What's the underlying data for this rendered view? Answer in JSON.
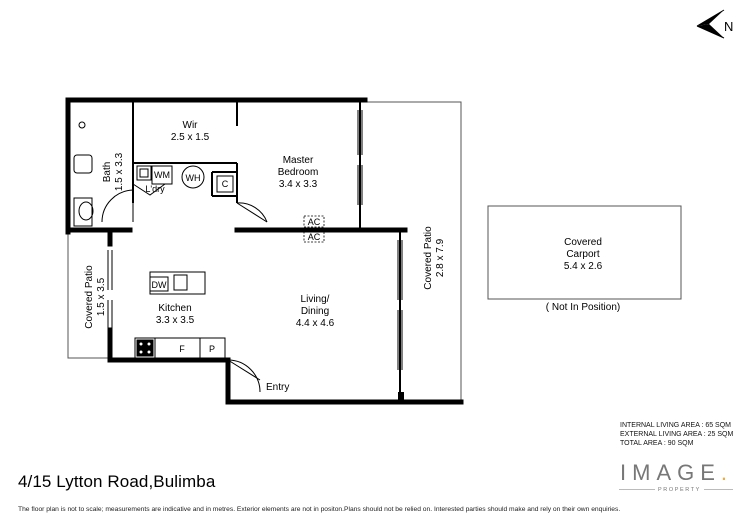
{
  "compass": {
    "label": "N"
  },
  "rooms": {
    "wir": {
      "name": "Wir",
      "size": "2.5 x 1.5"
    },
    "master": {
      "name": "Master",
      "name2": "Bedroom",
      "size": "3.4 x 3.3"
    },
    "bath": {
      "name": "Bath",
      "size": "1.5 x 3.3"
    },
    "laundry": {
      "name": "L'dry"
    },
    "kitchen": {
      "name": "Kitchen",
      "size": "3.3 x 3.5"
    },
    "living": {
      "name": "Living/",
      "name2": "Dining",
      "size": "4.4 x 4.6"
    },
    "covered_patio_left": {
      "name": "Covered Patio",
      "size": "1.5 x 3.5"
    },
    "covered_patio_right": {
      "name": "Covered Patio",
      "size": "2.8 x 7.9"
    },
    "carport": {
      "name": "Covered",
      "name2": "Carport",
      "size": "5.4 x 2.6",
      "note": "( Not In Position)"
    },
    "entry": {
      "name": "Entry"
    }
  },
  "fixtures": {
    "wm": "WM",
    "wh": "WH",
    "c": "C",
    "dw": "DW",
    "f": "F",
    "p": "P",
    "ac": "AC"
  },
  "address": "4/15 Lytton Road,Bulimba",
  "disclaimer": "The floor plan is not to scale; measurements are indicative and in metres. Exterior elements are not in positon.Plans should not be relied on. Interested parties should make and rely on their own enquiries.",
  "areas": {
    "internal": "INTERNAL LIVING AREA : 65 SQM",
    "external": "EXTERNAL LIVING AREA : 25 SQM",
    "total": "TOTAL AREA : 90 SQM"
  },
  "brand": {
    "name": "IMAGE",
    "dot": ".",
    "sub": "PROPERTY"
  }
}
